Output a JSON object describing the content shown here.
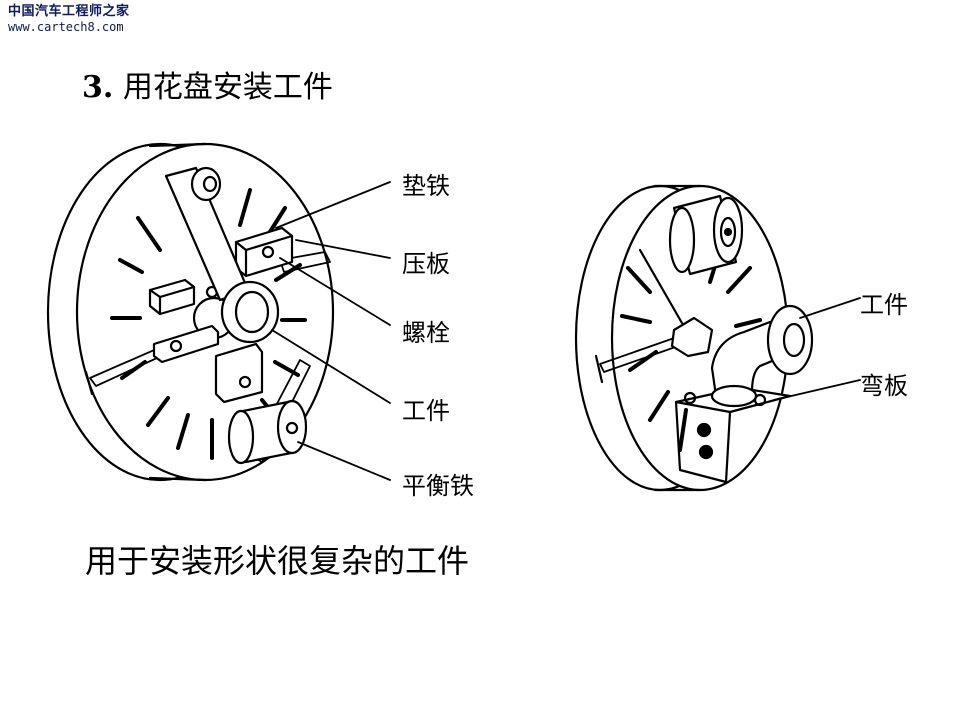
{
  "watermark": {
    "site_name": "中国汽车工程师之家",
    "url": "www.cartech8.com"
  },
  "slide": {
    "title_number": "3.",
    "title_text": "用花盘安装工件",
    "caption": "用于安装形状很复杂的工件"
  },
  "left_figure": {
    "labels": {
      "pad_iron": "垫铁",
      "pressure_plate": "压板",
      "bolt": "螺栓",
      "workpiece": "工件",
      "counterweight": "平衡铁"
    }
  },
  "right_figure": {
    "labels": {
      "workpiece": "工件",
      "angle_plate": "弯板"
    }
  }
}
